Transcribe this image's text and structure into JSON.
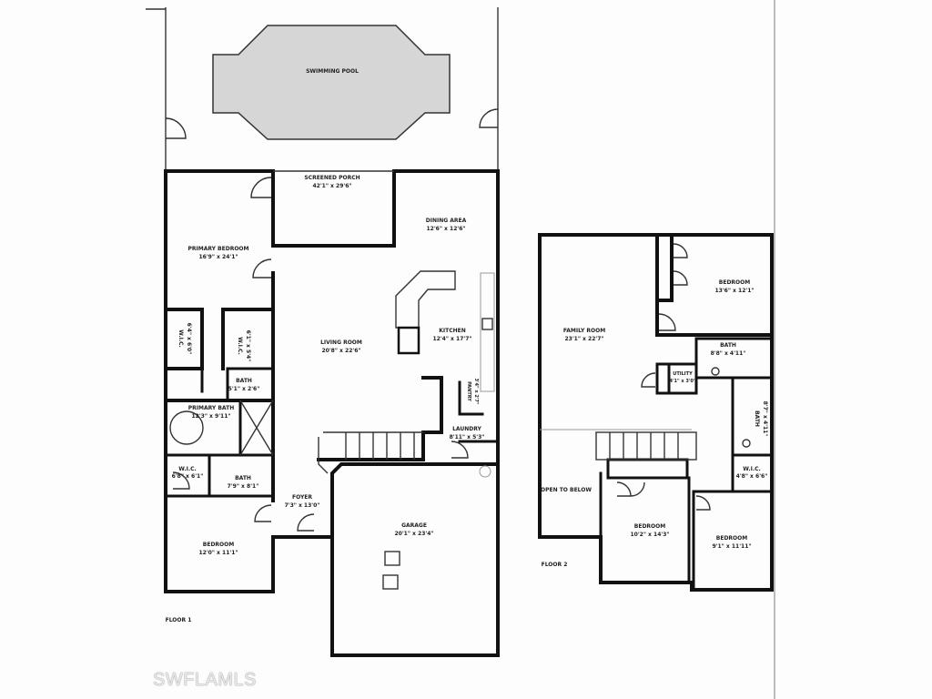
{
  "floor1": {
    "title": "FLOOR 1",
    "rooms": {
      "pool": {
        "name": "SWIMMING POOL"
      },
      "porch": {
        "name": "SCREENED PORCH",
        "size": "42'1\" x 29'6\""
      },
      "dining": {
        "name": "DINING AREA",
        "size": "12'6\" x 12'6\""
      },
      "primary_bedroom": {
        "name": "PRIMARY BEDROOM",
        "size": "16'9\" x 24'1\""
      },
      "kitchen": {
        "name": "KITCHEN",
        "size": "12'4\" x 17'7\""
      },
      "living": {
        "name": "LIVING ROOM",
        "size": "20'8\" x 22'6\""
      },
      "wic_a": {
        "name": "W.I.C.",
        "size": "6'4\" x 6'0\""
      },
      "wic_b": {
        "name": "W.I.C.",
        "size": "6'1\" x 5'4\""
      },
      "bath_small": {
        "name": "BATH",
        "size": "5'1\" x 2'6\""
      },
      "primary_bath": {
        "name": "PRIMARY BATH",
        "size": "12'3\" x 9'11\""
      },
      "wic_c": {
        "name": "W.I.C.",
        "size": "6'8\" x 6'1\""
      },
      "bath2": {
        "name": "BATH",
        "size": "7'9\" x 8'1\""
      },
      "bedroom": {
        "name": "BEDROOM",
        "size": "12'0\" x 11'1\""
      },
      "foyer": {
        "name": "FOYER",
        "size": "7'3\" x 13'0\""
      },
      "garage": {
        "name": "GARAGE",
        "size": "20'1\" x 23'4\""
      },
      "laundry": {
        "name": "LAUNDRY",
        "size": "8'11\" x 5'3\""
      },
      "pantry": {
        "name": "PANTRY",
        "size": "3'4\" x 2'7\""
      }
    }
  },
  "floor2": {
    "title": "FLOOR 2",
    "rooms": {
      "family": {
        "name": "FAMILY ROOM",
        "size": "23'1\" x 22'7\""
      },
      "bedroom_a": {
        "name": "BEDROOM",
        "size": "13'6\" x 12'1\""
      },
      "bath_a": {
        "name": "BATH",
        "size": "8'8\" x 4'11\""
      },
      "utility": {
        "name": "UTILITY",
        "size": "4'1\" x 3'0\""
      },
      "bath_b": {
        "name": "BATH",
        "size": "8'7\" x 4'11\""
      },
      "wic": {
        "name": "W.I.C.",
        "size": "4'8\" x 6'6\""
      },
      "open": {
        "name": "OPEN TO BELOW"
      },
      "bedroom_b": {
        "name": "BEDROOM",
        "size": "10'2\" x 14'3\""
      },
      "bedroom_c": {
        "name": "BEDROOM",
        "size": "9'1\" x 11'11\""
      }
    }
  },
  "watermark": "SWFLAMLS",
  "colors": {
    "walls": "#111111",
    "pool_fill": "#d6d6d6",
    "paper": "#fdfdfd"
  }
}
